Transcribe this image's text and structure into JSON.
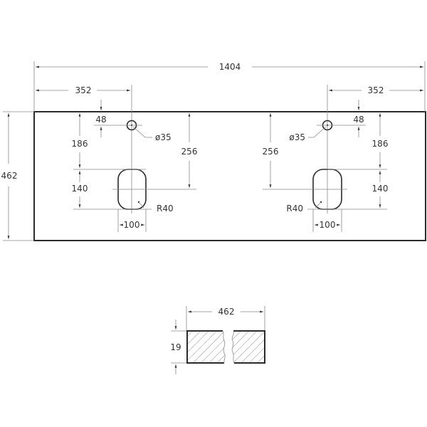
{
  "drawing": {
    "top_view": {
      "overall_width": "1404",
      "overall_depth": "462",
      "left_faucet_offset": "352",
      "right_faucet_offset": "352",
      "left": {
        "faucet_from_top": "48",
        "faucet_diameter": "ø35",
        "sink_from_top": "186",
        "sink_center_from_top": "256",
        "sink_length": "140",
        "sink_width": "100",
        "sink_radius": "R40"
      },
      "right": {
        "faucet_from_top": "48",
        "faucet_diameter": "ø35",
        "sink_from_top": "186",
        "sink_center_from_top": "256",
        "sink_length": "140",
        "sink_width": "100",
        "sink_radius": "R40"
      }
    },
    "section_view": {
      "depth": "462",
      "thickness": "19"
    },
    "colors": {
      "outline": "#2b2b2b",
      "dimension_line": "#8a8a8a",
      "text": "#333333"
    }
  }
}
